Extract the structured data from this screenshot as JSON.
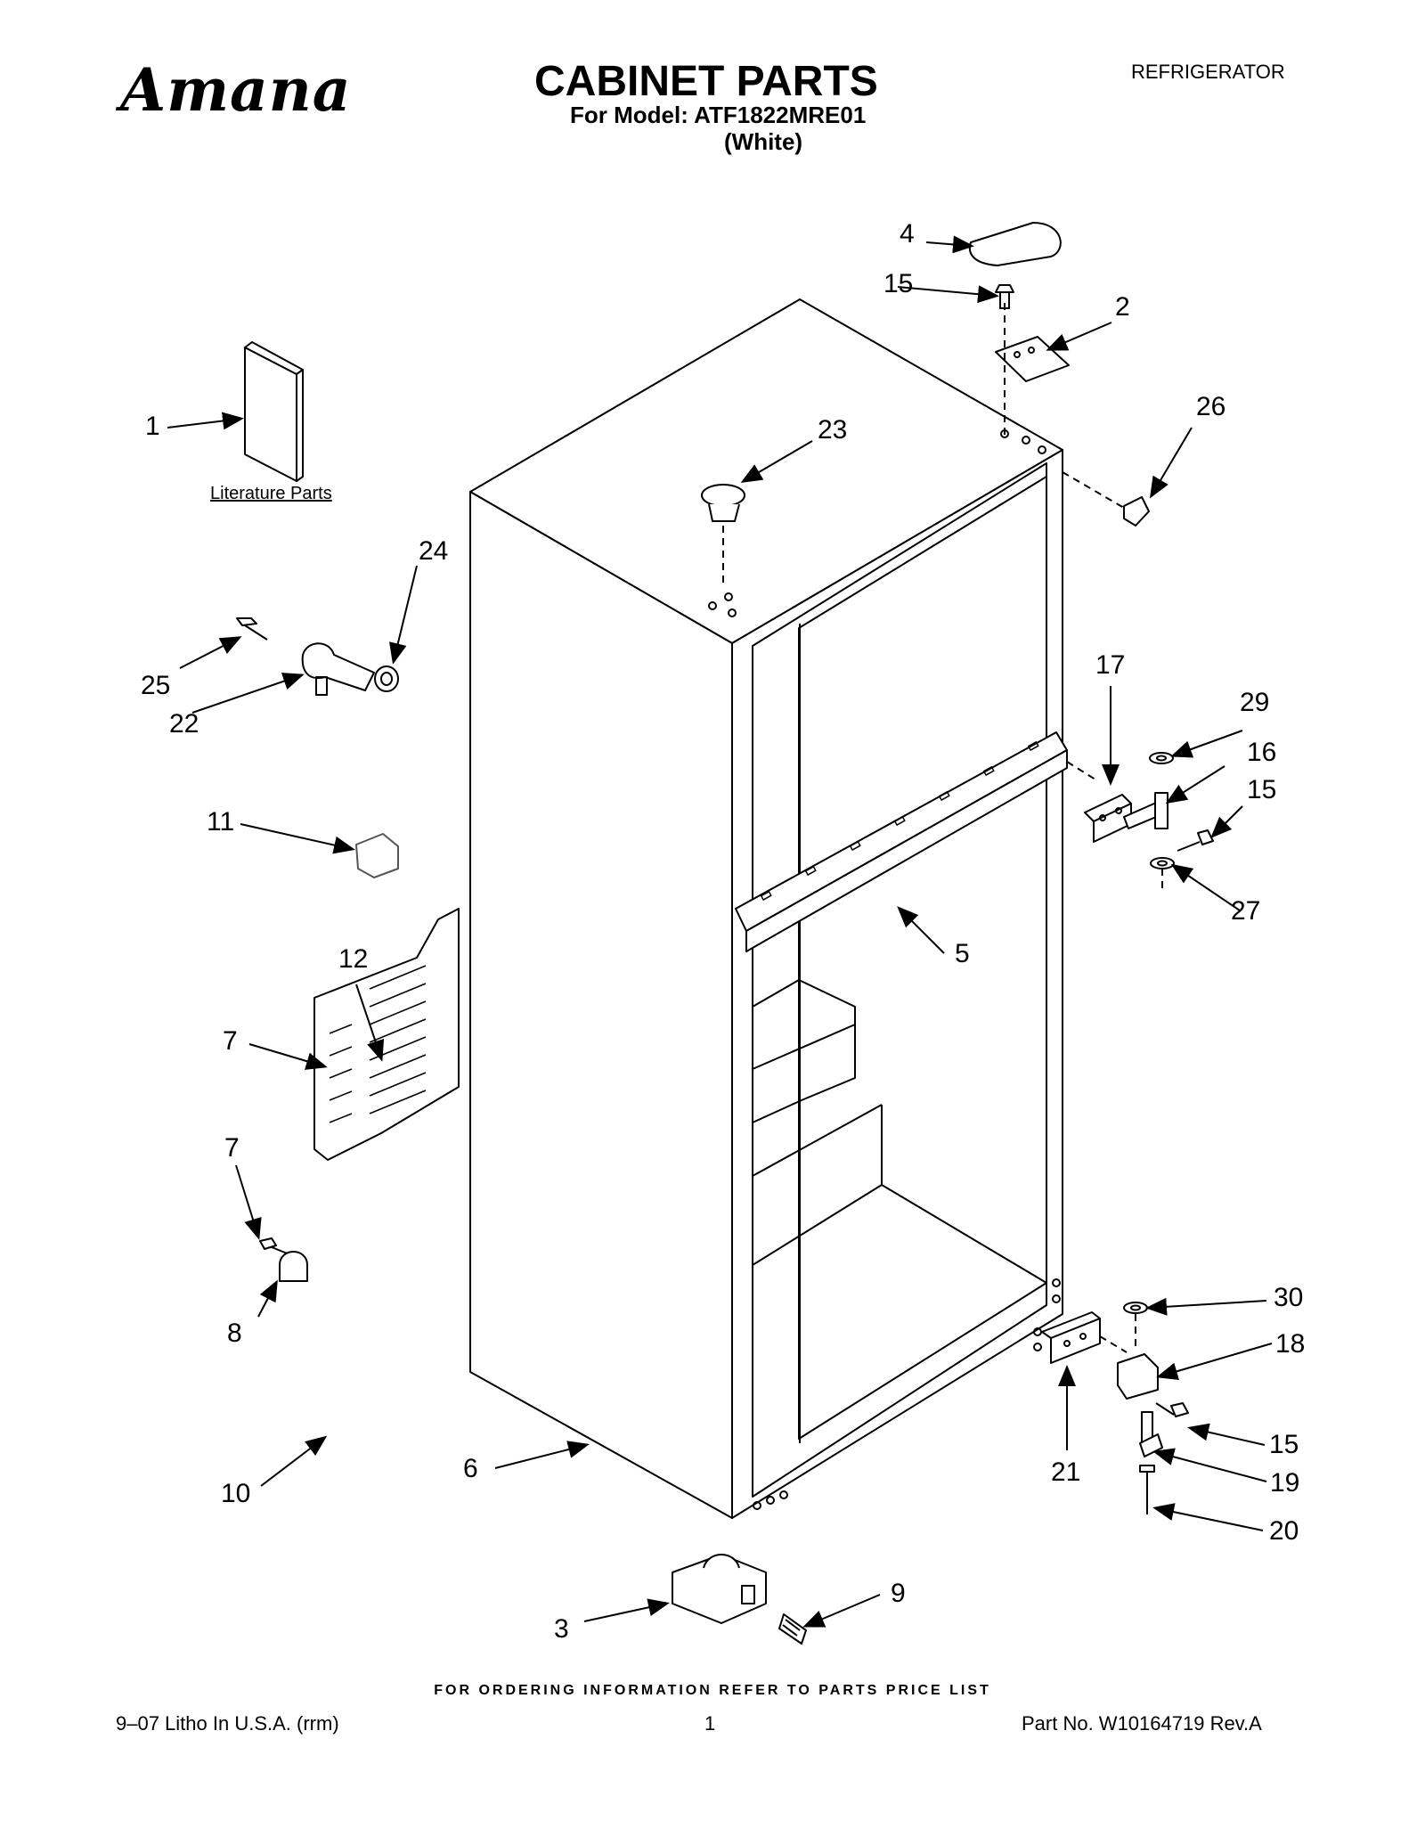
{
  "brand": "Amana",
  "header": {
    "title": "CABINET PARTS",
    "model_line": "For Model: ATF1822MRE01",
    "variant": "(White)",
    "category": "REFRIGERATOR"
  },
  "literature_label": "Literature Parts",
  "callouts": {
    "c1": "1",
    "c2": "2",
    "c3": "3",
    "c4": "4",
    "c5": "5",
    "c6": "6",
    "c7a": "7",
    "c7b": "7",
    "c8": "8",
    "c9": "9",
    "c10": "10",
    "c11": "11",
    "c12": "12",
    "c15a": "15",
    "c15b": "15",
    "c15c": "15",
    "c16": "16",
    "c17": "17",
    "c18": "18",
    "c19": "19",
    "c20": "20",
    "c21": "21",
    "c22": "22",
    "c23": "23",
    "c24": "24",
    "c25": "25",
    "c26": "26",
    "c27": "27",
    "c29": "29",
    "c30": "30"
  },
  "footer": {
    "ordering_note": "FOR ORDERING INFORMATION REFER TO PARTS PRICE LIST",
    "litho": "9–07 Litho In U.S.A. (rrm)",
    "page_number": "1",
    "part_number": "Part No. W10164719 Rev.A"
  }
}
